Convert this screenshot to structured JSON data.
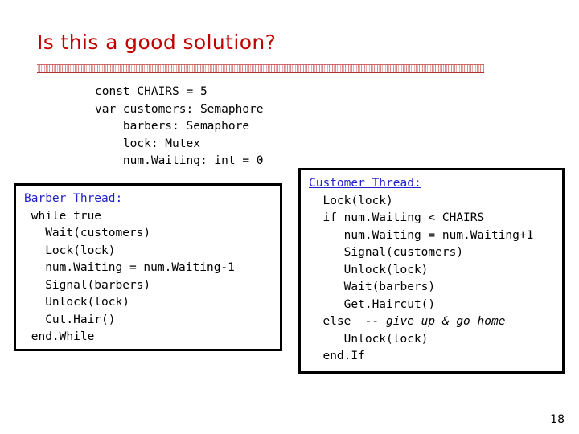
{
  "slide": {
    "title": "Is this a good solution?",
    "page_number": "18",
    "title_color": "#c00000",
    "heading_color": "#2222cc"
  },
  "declarations": {
    "lines": [
      "const CHAIRS = 5",
      "var customers: Semaphore",
      "    barbers: Semaphore",
      "    lock: Mutex",
      "    num.Waiting: int = 0"
    ]
  },
  "barber_panel": {
    "heading": "Barber Thread:",
    "lines": [
      " while true",
      "   Wait(customers)",
      "   Lock(lock)",
      "   num.Waiting = num.Waiting-1",
      "   Signal(barbers)",
      "   Unlock(lock)",
      "   Cut.Hair()",
      " end.While"
    ]
  },
  "customer_panel": {
    "heading": "Customer Thread:",
    "lines_before_else": [
      "  Lock(lock)",
      "  if num.Waiting < CHAIRS",
      "     num.Waiting = num.Waiting+1",
      "     Signal(customers)",
      "     Unlock(lock)",
      "     Wait(barbers)",
      "     Get.Haircut()"
    ],
    "else_keyword": "  else  ",
    "else_comment": "-- give up & go home",
    "lines_after_else": [
      "     Unlock(lock)",
      "  end.If"
    ]
  }
}
